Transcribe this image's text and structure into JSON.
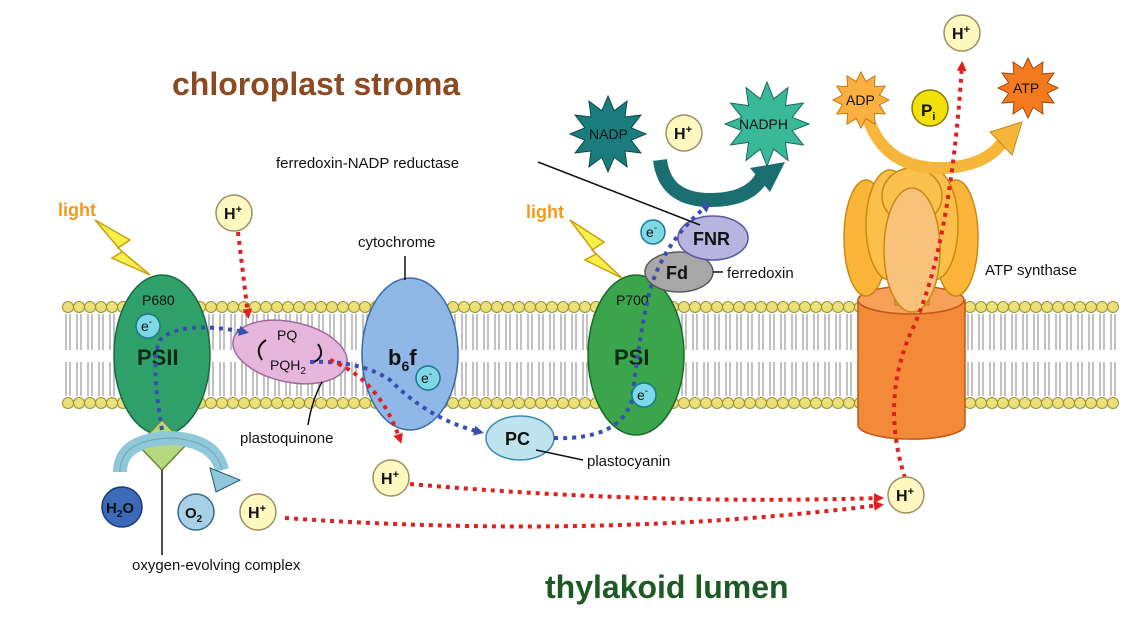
{
  "regions": {
    "stroma": "chloroplast stroma",
    "lumen": "thylakoid lumen"
  },
  "labels": {
    "light_1": "light",
    "light_2": "light",
    "p680": "P680",
    "p700": "P700",
    "psii": "PSII",
    "psi": "PSI",
    "pq": "PQ",
    "pqh2": "PQH",
    "pqh2_sub": "2",
    "b6f": "b",
    "b6f_sub": "6",
    "b6f_tail": "f",
    "pc": "PC",
    "fd": "Fd",
    "fnr": "FNR",
    "cytochrome": "cytochrome",
    "plastoquinone": "plastoquinone",
    "plastocyanin": "plastocyanin",
    "ferredoxin": "ferredoxin",
    "fnr_full": "ferredoxin-NADP reductase",
    "atp_synthase": "ATP synthase",
    "oec": "oxygen-evolving complex"
  },
  "molecules": {
    "nadp": "NADP",
    "nadph": "NADPH",
    "adp": "ADP",
    "atp": "ATP",
    "pi": "P",
    "pi_sub": "i",
    "h2o": "H",
    "h2o_sub": "2",
    "h2o_tail": "O",
    "o2": "O",
    "o2_sub": "2",
    "proton": "H",
    "proton_sup": "+",
    "electron": "e",
    "electron_sup": "-"
  },
  "colors": {
    "stroma_title": "#8b4a22",
    "lumen_title": "#1e5a23",
    "light": "#f39a1a",
    "psii": "#2fa06a",
    "psi": "#3aa54a",
    "b6f": "#8fb8e6",
    "pq": "#e6b6dc",
    "pc": "#bfe4f0",
    "fnr": "#b8b4e0",
    "fd": "#a8a8a8",
    "proton": "#fff8c0",
    "electron": "#7fd8e6",
    "electron_path": "#3a4fb0",
    "proton_path": "#e02020",
    "nadp": "#1a7c7c",
    "nadph": "#3ab89a",
    "adp": "#fbb040",
    "atp": "#f47a20",
    "pi": "#f2e00a",
    "atp_stalk": "#f28a3a",
    "atp_head": "#fbb63a",
    "h2o": "#3a6ab8",
    "o2": "#a8d0e6",
    "oec": "#b8d880"
  }
}
